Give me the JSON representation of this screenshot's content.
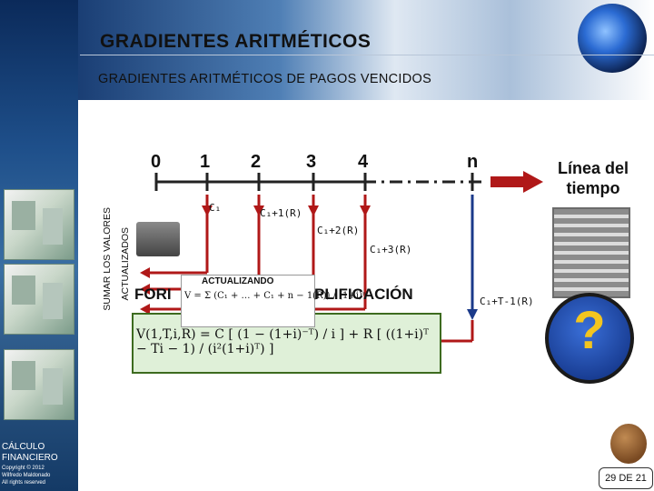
{
  "header": {
    "title": "GRADIENTES ARITMÉTICOS",
    "subtitle": "GRADIENTES ARITMÉTICOS DE PAGOS VENCIDOS"
  },
  "sidebar": {
    "course": "CÁLCULO FINANCIERO",
    "copyright": "Copyright © 2012\nWilfredo Maldonado\nAll rights reserved"
  },
  "timeline": {
    "ticks": [
      "0",
      "1",
      "2",
      "3",
      "4",
      "n"
    ],
    "label": "Línea del tiempo",
    "payments": [
      "C₁",
      "C₁+1(R)",
      "C₁+2(R)",
      "C₁+3(R)",
      "C₁+T-1(R)"
    ]
  },
  "side_labels": {
    "outer": "SUMAR LOS VALORES",
    "inner": "ACTUALIZADOS"
  },
  "formula": {
    "left_word": "FORI",
    "right_word": "PLIFICACIÓN",
    "popup_title": "ACTUALIZANDO",
    "popup_equation": "V = Σ (C₁ + … + C₁ + n − 1(R)) / (1+i)ⁿ",
    "main_equation": "V(1,T,i,R) = C [ (1 − (1+i)⁻ᵀ) / i ] + R [ ((1+i)ᵀ − Ti − 1) / (i²(1+i)ᵀ) ]"
  },
  "footer": {
    "page_indicator": "29 DE 21"
  },
  "colors": {
    "arrow_red": "#b01818",
    "arrow_blue": "#1b3a8a",
    "formula_bg": "#dff0d8",
    "formula_border": "#3d6b1f"
  },
  "icons": [
    "globe-icon",
    "maze-icon",
    "question-mark-icon",
    "mascot-icon",
    "calculator-icon"
  ]
}
